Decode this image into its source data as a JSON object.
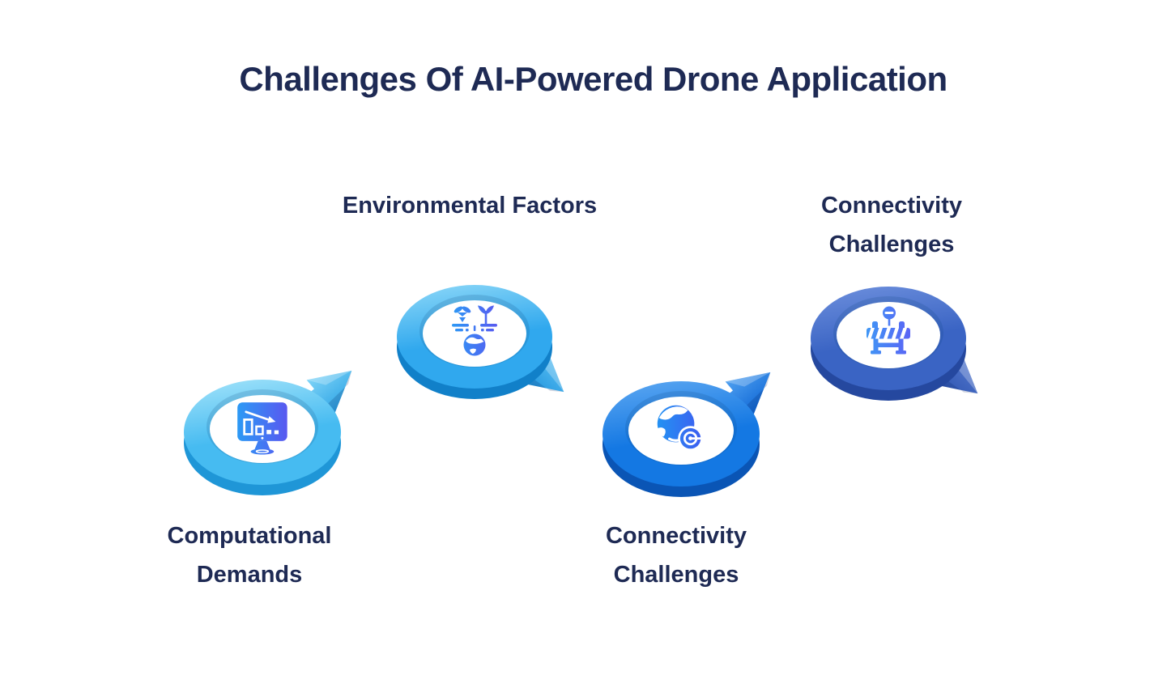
{
  "title": "Challenges Of AI-Powered Drone Application",
  "colors": {
    "background": "#ffffff",
    "text": "#1e2a54"
  },
  "items": [
    {
      "label": "Computational Demands",
      "icon": "declining-chart-monitor-icon",
      "arrow_direction": "up-right",
      "ring": {
        "highlight": "#a5e4fa",
        "main": "#46bbf1",
        "depth": "#1f96d7",
        "arrow_light": "#7fd4f7",
        "arrow_main": "#2fa5e6"
      },
      "icon_gradient": [
        "#2a9df5",
        "#5b55f0"
      ]
    },
    {
      "label": "Environmental Factors",
      "icon": "bee-plant-globe-environment-icon",
      "arrow_direction": "down-right",
      "ring": {
        "highlight": "#8fd9f8",
        "main": "#30a8ee",
        "depth": "#1180c9",
        "arrow_light": "#5bc0f3",
        "arrow_main": "#1e93dd"
      },
      "icon_gradient": [
        "#2a9df5",
        "#5b55f0"
      ]
    },
    {
      "label": "Connectivity Challenges",
      "icon": "globe-target-icon",
      "arrow_direction": "up-right",
      "ring": {
        "highlight": "#5fa9f2",
        "main": "#1478e3",
        "depth": "#0a55b5",
        "arrow_light": "#4fa0f0",
        "arrow_main": "#1068d6"
      },
      "icon_gradient": [
        "#2196f3",
        "#4156f0"
      ]
    },
    {
      "label": "Connectivity Challenges",
      "icon": "roadblock-barrier-icon",
      "arrow_direction": "down-right",
      "ring": {
        "highlight": "#6e90dd",
        "main": "#3a64c4",
        "depth": "#25489f",
        "arrow_light": "#5378cf",
        "arrow_main": "#2f55b0"
      },
      "icon_gradient": [
        "#3d9bf5",
        "#5d5ff5"
      ]
    }
  ]
}
